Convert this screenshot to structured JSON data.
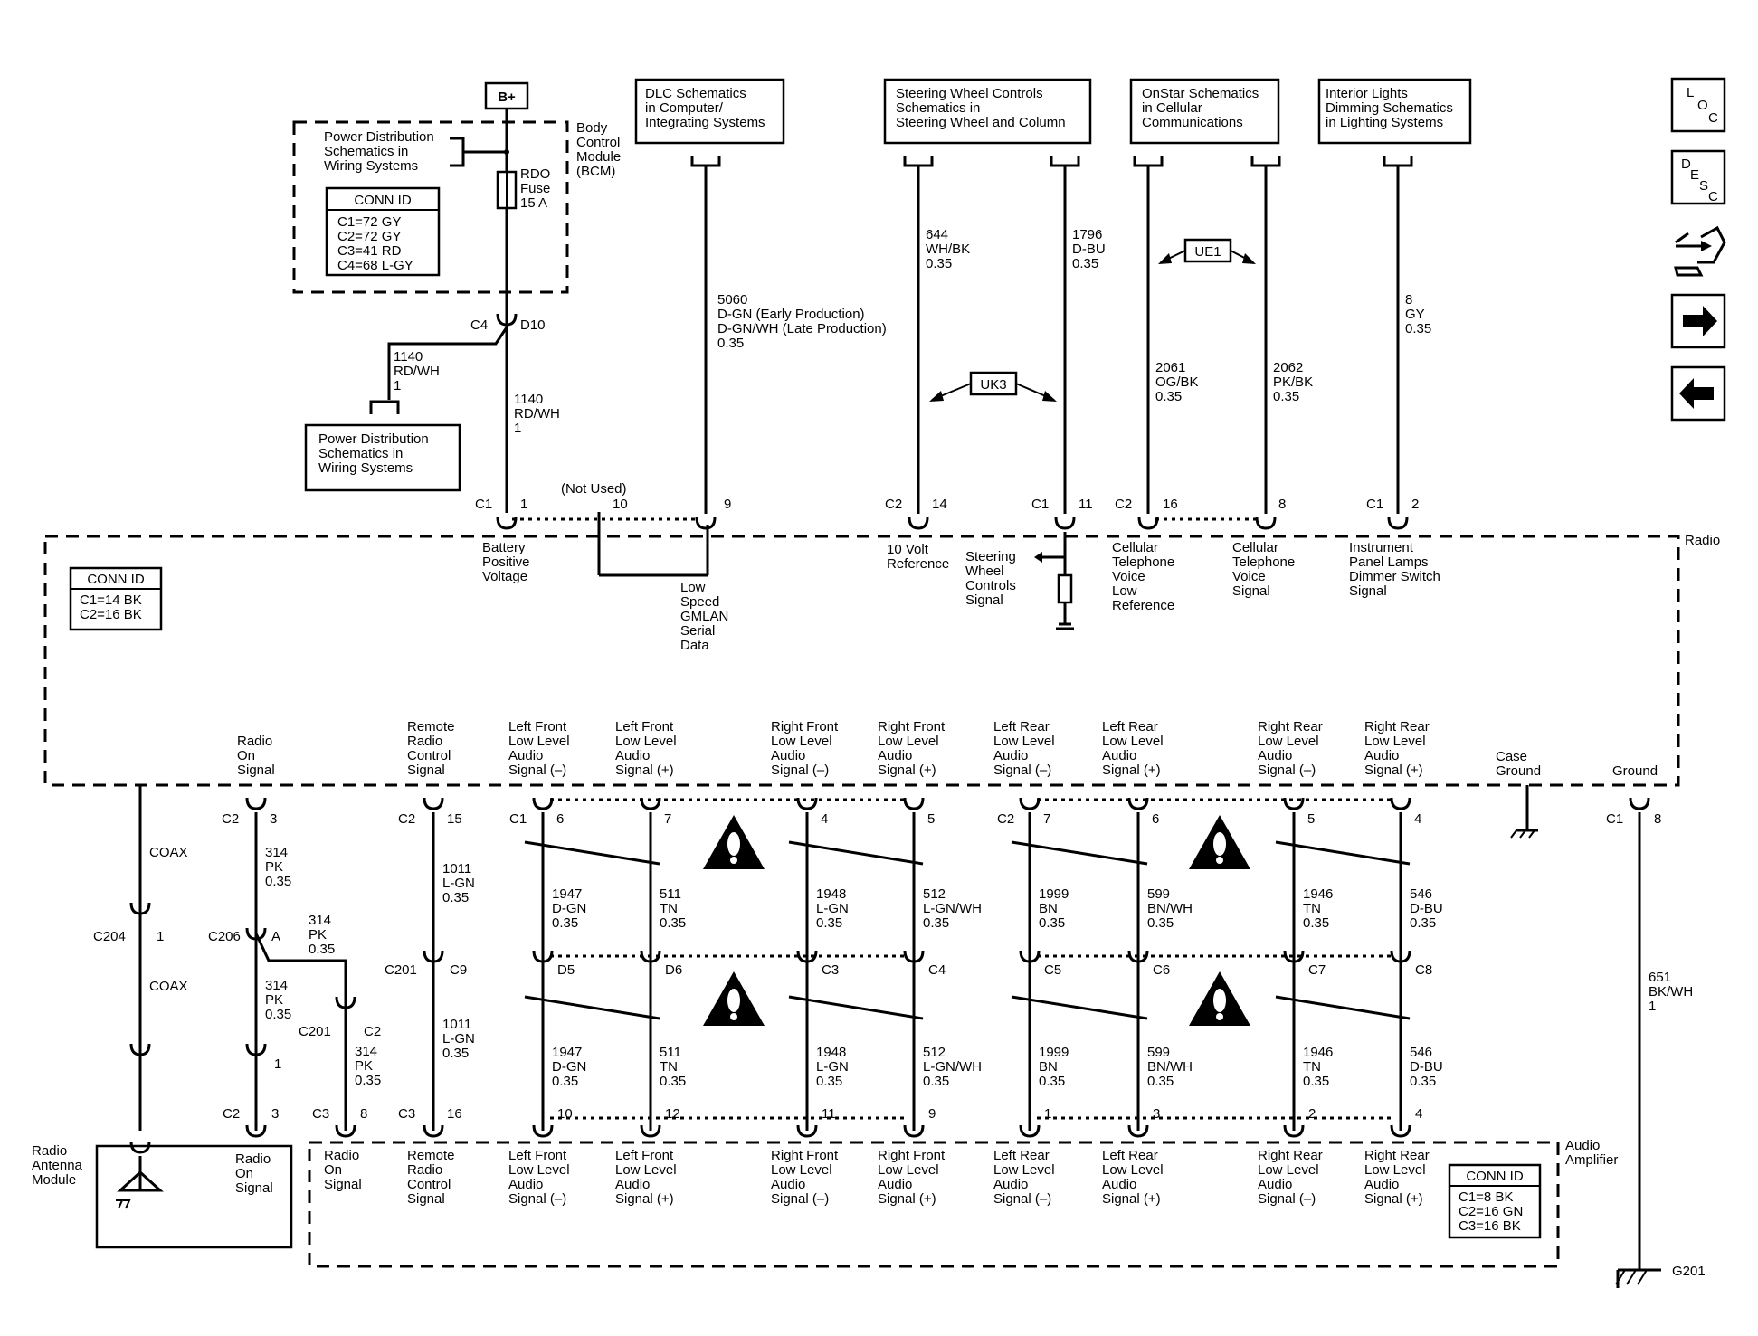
{
  "bplus": "B+",
  "bcm": {
    "title": [
      "Body",
      "Control",
      "Module",
      "(BCM)"
    ],
    "ref": [
      "Power Distribution",
      "Schematics in",
      "Wiring Systems"
    ],
    "conn_title": "CONN ID",
    "conn": [
      "C1=72 GY",
      "C2=72 GY",
      "C3=41 RD",
      "C4=68 L-GY"
    ],
    "fuse": [
      "RDO",
      "Fuse",
      "15 A"
    ],
    "c4": "C4",
    "d10": "D10"
  },
  "pd_ref": [
    "Power Distribution",
    "Schematics in",
    "Wiring Systems"
  ],
  "wire_1140_a": [
    "1140",
    "RD/WH",
    "1"
  ],
  "wire_1140_b": [
    "1140",
    "RD/WH",
    "1"
  ],
  "refs": {
    "dlc": [
      "DLC Schematics",
      "in Computer/",
      "Integrating Systems"
    ],
    "swc": [
      "Steering Wheel Controls",
      "Schematics in",
      "Steering Wheel and Column"
    ],
    "onstar": [
      "OnStar Schematics",
      "in Cellular",
      "Communications"
    ],
    "lights": [
      "Interior Lights",
      "Dimming Schematics",
      "in Lighting Systems"
    ]
  },
  "wires_top": {
    "w5060": [
      "5060",
      "D-GN (Early Production)",
      "D-GN/WH (Late Production)",
      "0.35"
    ],
    "w644": [
      "644",
      "WH/BK",
      "0.35"
    ],
    "w1796": [
      "1796",
      "D-BU",
      "0.35"
    ],
    "w2061": [
      "2061",
      "OG/BK",
      "0.35"
    ],
    "w2062": [
      "2062",
      "PK/BK",
      "0.35"
    ],
    "w8": [
      "8",
      "GY",
      "0.35"
    ]
  },
  "options": {
    "uk3": "UK3",
    "ue1": "UE1"
  },
  "radio": {
    "label": "Radio",
    "conn_title": "CONN ID",
    "conn": [
      "C1=14 BK",
      "C2=16 BK"
    ],
    "not_used": "(Not Used)",
    "top_pins": {
      "c1": "C1",
      "p1": "1",
      "p10": "10",
      "p9": "9",
      "c2a": "C2",
      "p14": "14",
      "c1b": "C1",
      "p11": "11",
      "c2b": "C2",
      "p16": "16",
      "p8": "8",
      "c1c": "C1",
      "p2": "2"
    },
    "top_labels": {
      "battery": [
        "Battery",
        "Positive",
        "Voltage"
      ],
      "gmlan": [
        "Low",
        "Speed",
        "GMLAN",
        "Serial",
        "Data"
      ],
      "ref10": [
        "10 Volt",
        "Reference"
      ],
      "swc": [
        "Steering",
        "Wheel",
        "Controls",
        "Signal"
      ],
      "cell_low": [
        "Cellular",
        "Telephone",
        "Voice",
        "Low",
        "Reference"
      ],
      "cell_sig": [
        "Cellular",
        "Telephone",
        "Voice",
        "Signal"
      ],
      "ipl": [
        "Instrument",
        "Panel Lamps",
        "Dimmer Switch",
        "Signal"
      ]
    },
    "bottom_labels": {
      "radio_on": [
        "Radio",
        "On",
        "Signal"
      ],
      "remote": [
        "Remote",
        "Radio",
        "Control",
        "Signal"
      ],
      "lf_m": [
        "Left Front",
        "Low Level",
        "Audio",
        "Signal (–)"
      ],
      "lf_p": [
        "Left Front",
        "Low Level",
        "Audio",
        "Signal (+)"
      ],
      "rf_m": [
        "Right Front",
        "Low Level",
        "Audio",
        "Signal (–)"
      ],
      "rf_p": [
        "Right Front",
        "Low Level",
        "Audio",
        "Signal (+)"
      ],
      "lr_m": [
        "Left Rear",
        "Low Level",
        "Audio",
        "Signal (–)"
      ],
      "lr_p": [
        "Left Rear",
        "Low Level",
        "Audio",
        "Signal (+)"
      ],
      "rr_m": [
        "Right Rear",
        "Low Level",
        "Audio",
        "Signal (–)"
      ],
      "rr_p": [
        "Right Rear",
        "Low Level",
        "Audio",
        "Signal (+)"
      ],
      "case_ground": [
        "Case",
        "Ground"
      ],
      "ground": "Ground"
    }
  },
  "bottom_pins": {
    "radio_conn": [
      "C2",
      "3",
      "C2",
      "15",
      "C1",
      "6",
      "7",
      "4",
      "5",
      "C2",
      "7",
      "6",
      "5",
      "4",
      "C1",
      "8"
    ],
    "c201_row": [
      "C201",
      "C9",
      "D5",
      "D6",
      "C3",
      "C4",
      "C5",
      "C6",
      "C7",
      "C8"
    ],
    "amp_conn": [
      "C2",
      "3",
      "C3",
      "8",
      "C3",
      "16",
      "10",
      "12",
      "11",
      "9",
      "1",
      "3",
      "2",
      "4"
    ]
  },
  "wires_mid": {
    "coax": "COAX",
    "c204": "C204",
    "c204_pin": "1",
    "coax2": "COAX",
    "w314_a": [
      "314",
      "PK",
      "0.35"
    ],
    "c206": "C206",
    "c206_pin": "A",
    "w314_b": [
      "314",
      "PK",
      "0.35"
    ],
    "w314_c": [
      "314",
      "PK",
      "0.35"
    ],
    "w314_d": [
      "314",
      "PK",
      "0.35"
    ],
    "c201_l": "C201",
    "c201_c2": "C2",
    "pin1": "1",
    "w1011_a": [
      "1011",
      "L-GN",
      "0.35"
    ],
    "w1011_b": [
      "1011",
      "L-GN",
      "0.35"
    ],
    "audio_wires": [
      [
        "1947",
        "D-GN",
        "0.35"
      ],
      [
        "511",
        "TN",
        "0.35"
      ],
      [
        "1948",
        "L-GN",
        "0.35"
      ],
      [
        "512",
        "L-GN/WH",
        "0.35"
      ],
      [
        "1999",
        "BN",
        "0.35"
      ],
      [
        "599",
        "BN/WH",
        "0.35"
      ],
      [
        "1946",
        "TN",
        "0.35"
      ],
      [
        "546",
        "D-BU",
        "0.35"
      ]
    ],
    "w651": [
      "651",
      "BK/WH",
      "1"
    ],
    "g201": "G201"
  },
  "antenna": {
    "label": [
      "Radio",
      "Antenna",
      "Module"
    ],
    "radio_on": [
      "Radio",
      "On",
      "Signal"
    ]
  },
  "amplifier": {
    "label": [
      "Audio",
      "Amplifier"
    ],
    "conn_title": "CONN ID",
    "conn": [
      "C1=8 BK",
      "C2=16 GN",
      "C3=16 BK"
    ],
    "labels": {
      "radio_on": [
        "Radio",
        "On",
        "Signal"
      ],
      "remote": [
        "Remote",
        "Radio",
        "Control",
        "Signal"
      ],
      "lf_m": [
        "Left Front",
        "Low Level",
        "Audio",
        "Signal (–)"
      ],
      "lf_p": [
        "Left Front",
        "Low Level",
        "Audio",
        "Signal (+)"
      ],
      "rf_m": [
        "Right Front",
        "Low Level",
        "Audio",
        "Signal (–)"
      ],
      "rf_p": [
        "Right Front",
        "Low Level",
        "Audio",
        "Signal (+)"
      ],
      "lr_m": [
        "Left Rear",
        "Low Level",
        "Audio",
        "Signal (–)"
      ],
      "lr_p": [
        "Left Rear",
        "Low Level",
        "Audio",
        "Signal (+)"
      ],
      "rr_m": [
        "Right Rear",
        "Low Level",
        "Audio",
        "Signal (–)"
      ],
      "rr_p": [
        "Right Rear",
        "Low Level",
        "Audio",
        "Signal (+)"
      ]
    }
  },
  "nav": {
    "loc": [
      "L",
      "O",
      "C"
    ],
    "desc": [
      "D",
      "E",
      "S",
      "C"
    ],
    "icons": [
      "connector-pinout-icon",
      "arrow-right-icon",
      "arrow-left-icon"
    ]
  }
}
